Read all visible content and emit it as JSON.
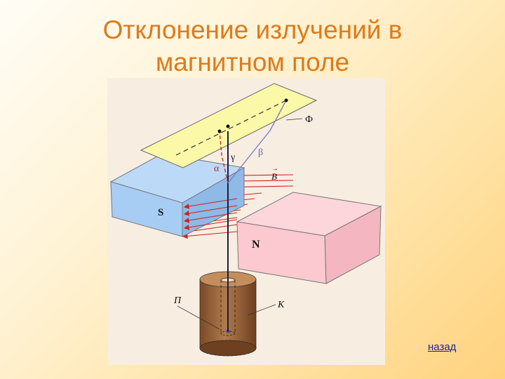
{
  "slide": {
    "title_line1": "Отклонение излучений в",
    "title_line2": "магнитном поле",
    "back_link": "назад"
  },
  "diagram": {
    "labels": {
      "south_pole": "S",
      "north_pole": "N",
      "alpha": "α",
      "gamma": "γ",
      "beta": "β",
      "field_vector": "B",
      "screen": "Ф",
      "source": "П",
      "container": "К"
    },
    "colors": {
      "south_magnet": "#a8cdf4",
      "north_magnet": "#fcc9d0",
      "screen": "#fbf8a8",
      "container": "#9a643c",
      "field_lines": "#cc2222",
      "alpha_ray": "#cc2222",
      "beta_ray": "#7a78c8",
      "gamma_ray": "#1c1c40"
    }
  }
}
